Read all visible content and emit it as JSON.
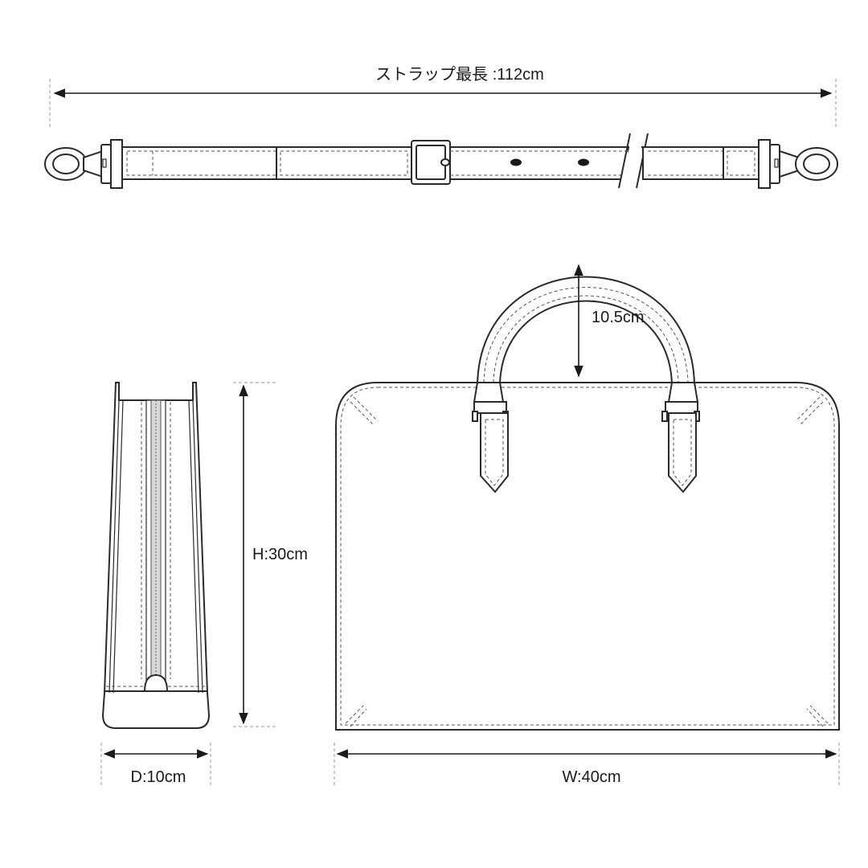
{
  "labels": {
    "strap_length": "ストラップ最長 :112cm",
    "handle_drop": "10.5cm",
    "height": "H:30cm",
    "depth": "D:10cm",
    "width": "W:40cm"
  }
}
